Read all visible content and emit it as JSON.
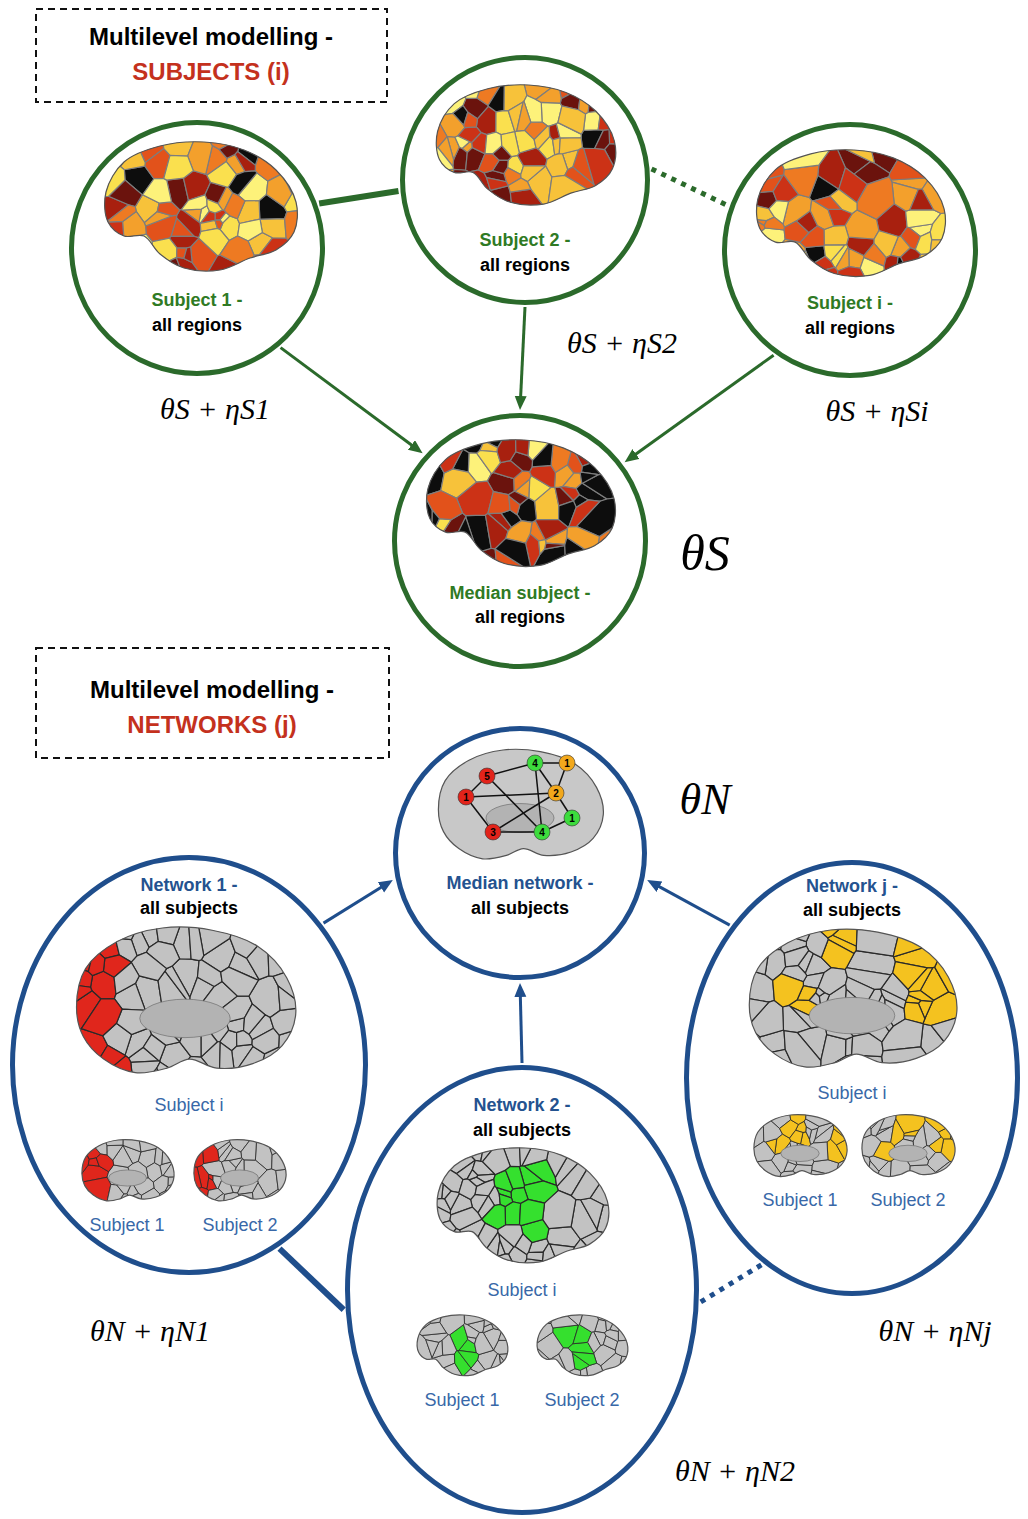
{
  "diagram": {
    "nodes": [
      {
        "text": [
          "Multilevel modelling -",
          "SUBJECTS (i)"
        ]
      },
      {
        "text": [
          "Subject 1 -",
          "all regions"
        ]
      },
      {
        "text": [
          "Subject 2 -",
          "all regions"
        ]
      },
      {
        "text": [
          "Subject i -",
          "all regions"
        ]
      },
      {
        "text": [
          "Median subject -",
          "all regions"
        ]
      },
      {
        "text": [
          "Multilevel modelling -",
          "NETWORKS (j)"
        ]
      },
      {
        "text": [
          "Median network -",
          "all subjects"
        ]
      },
      {
        "text": [
          "Network 1 -",
          "all subjects",
          "Subject i",
          "Subject 1",
          "Subject 2"
        ]
      },
      {
        "text": [
          "Network 2 -",
          "all subjects",
          "Subject i",
          "Subject 1",
          "Subject 2"
        ]
      },
      {
        "text": [
          "Network j -",
          "all subjects",
          "Subject i",
          "Subject 1",
          "Subject 2"
        ]
      }
    ],
    "edges": [
      {
        "from": 1,
        "to": 2,
        "arrow": "none"
      },
      {
        "from": 2,
        "to": 3,
        "arrow": "none"
      },
      {
        "from": 1,
        "to": 4,
        "arrow": "to"
      },
      {
        "from": 2,
        "to": 4,
        "arrow": "to"
      },
      {
        "from": 3,
        "to": 4,
        "arrow": "to"
      },
      {
        "from": 7,
        "to": 8,
        "arrow": "none"
      },
      {
        "from": 8,
        "to": 9,
        "arrow": "none"
      },
      {
        "from": 7,
        "to": 6,
        "arrow": "to"
      },
      {
        "from": 8,
        "to": 6,
        "arrow": "to"
      },
      {
        "from": 9,
        "to": 6,
        "arrow": "to"
      }
    ],
    "labels": [
      "θS + ηS1",
      "θS + ηS2",
      "θS + ηSi",
      "θS",
      "θN",
      "4",
      "1",
      "5",
      "1",
      "2",
      "1",
      "3",
      "4",
      "θN + ηN1",
      "θN + ηNj",
      "θN + ηN2"
    ]
  }
}
